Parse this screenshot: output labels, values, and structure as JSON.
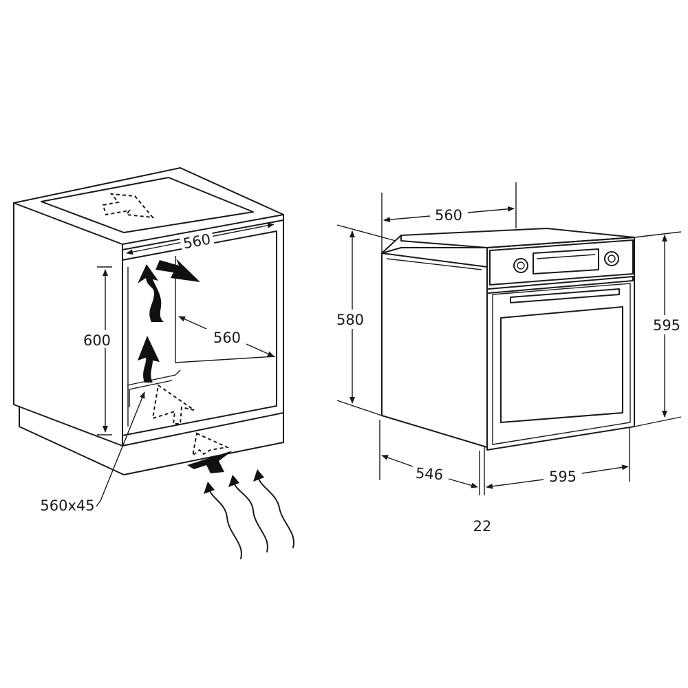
{
  "cabinet": {
    "top_width": "560",
    "height": "600",
    "depth": "560",
    "vent_opening": "560x45"
  },
  "oven": {
    "niche_width": "560",
    "body_height": "580",
    "front_height": "595",
    "body_depth": "546",
    "front_width": "595",
    "front_thickness": "22"
  }
}
